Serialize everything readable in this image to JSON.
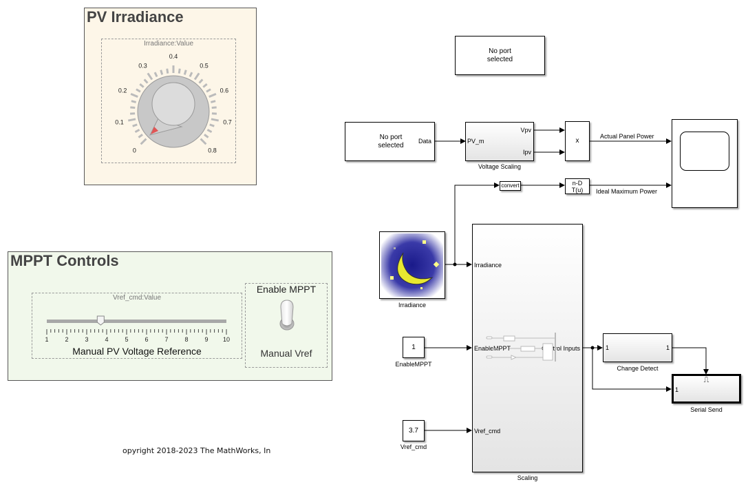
{
  "dashboard": {
    "pv_panel": {
      "title": "PV Irradiance",
      "knob": {
        "caption": "Irradiance:Value",
        "tick_labels": [
          "0",
          "0.1",
          "0.2",
          "0.3",
          "0.4",
          "0.5",
          "0.6",
          "0.7",
          "0.8"
        ],
        "min": 0,
        "max": 0.8,
        "value": 0
      }
    },
    "mppt_panel": {
      "title": "MPPT Controls",
      "slider": {
        "caption": "Vref_cmd:Value",
        "tick_labels": [
          "1",
          "2",
          "3",
          "4",
          "5",
          "6",
          "7",
          "8",
          "9",
          "10"
        ],
        "min": 1,
        "max": 10,
        "value": 3.7,
        "label": "Manual PV Voltage Reference"
      },
      "toggle": {
        "top_label": "Enable MPPT",
        "bottom_label": "Manual Vref",
        "state": "Manual Vref"
      }
    },
    "copyright": "opyright 2018-2023 The MathWorks, In"
  },
  "model": {
    "blocks": {
      "no_port_top": {
        "line1": "No port",
        "line2": "selected"
      },
      "no_port_data": {
        "line1": "No port",
        "line2": "selected",
        "port_out": "Data"
      },
      "voltage_scaling": {
        "name": "Voltage Scaling",
        "port_in": "PV_m",
        "port_out_1": "Vpv",
        "port_out_2": "Ipv"
      },
      "product": {
        "symbol": "x"
      },
      "convert": {
        "text": "convert"
      },
      "lookup": {
        "line1": "n-D",
        "line2": "T(u)"
      },
      "irradiance_source": {
        "name": "Irradiance"
      },
      "scaling": {
        "name": "Scaling",
        "port_in_1": "Irradiance",
        "port_in_2": "EnableMPPT",
        "port_in_3": "Vref_cmd",
        "port_out": "Control Inputs"
      },
      "enable_const": {
        "value": "1",
        "name": "EnableMPPT"
      },
      "vref_const": {
        "value": "3.7",
        "name": "Vref_cmd"
      },
      "change_detect": {
        "name": "Change Detect",
        "port_in": "1",
        "port_out": "1"
      },
      "serial_send": {
        "name": "Serial Send",
        "port_in": "1",
        "trigger_symbol": "⎍"
      }
    },
    "signals": {
      "actual_power": "Actual Panel Power",
      "ideal_power": "Ideal Maximum Power"
    }
  }
}
